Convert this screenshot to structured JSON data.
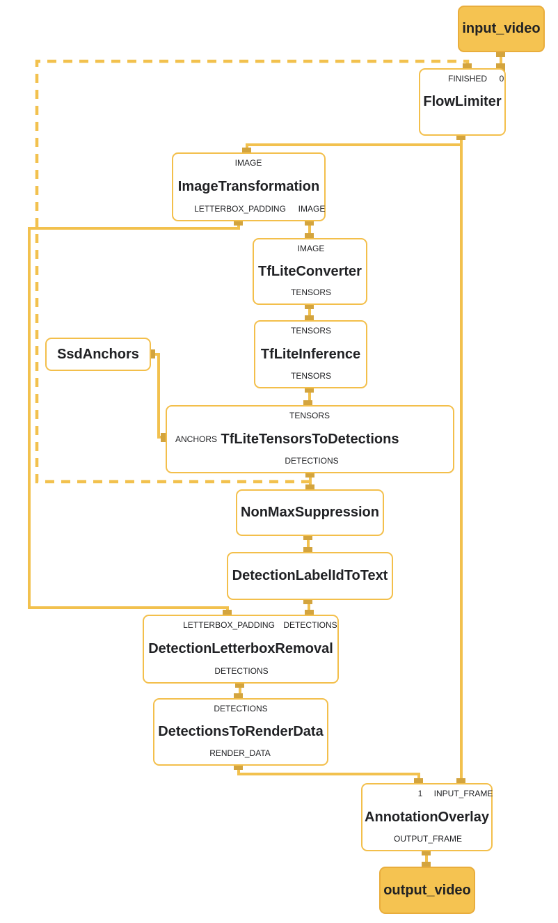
{
  "nodes": {
    "input_video": {
      "label": "input_video"
    },
    "flow_limiter": {
      "label": "FlowLimiter",
      "in_finished": "FINISHED",
      "in_0": "0"
    },
    "image_transformation": {
      "label": "ImageTransformation",
      "in_image": "IMAGE",
      "out_letterbox": "LETTERBOX_PADDING",
      "out_image": "IMAGE"
    },
    "tflite_converter": {
      "label": "TfLiteConverter",
      "in_image": "IMAGE",
      "out_tensors": "TENSORS"
    },
    "tflite_inference": {
      "label": "TfLiteInference",
      "in_tensors": "TENSORS",
      "out_tensors": "TENSORS"
    },
    "ssd_anchors": {
      "label": "SsdAnchors"
    },
    "tflite_tensors_to_detections": {
      "label": "TfLiteTensorsToDetections",
      "in_tensors": "TENSORS",
      "in_anchors": "ANCHORS",
      "out_detections": "DETECTIONS"
    },
    "non_max_suppression": {
      "label": "NonMaxSuppression"
    },
    "detection_label_id_to_text": {
      "label": "DetectionLabelIdToText"
    },
    "detection_letterbox_removal": {
      "label": "DetectionLetterboxRemoval",
      "in_letterbox": "LETTERBOX_PADDING",
      "in_detections": "DETECTIONS",
      "out_detections": "DETECTIONS"
    },
    "detections_to_render_data": {
      "label": "DetectionsToRenderData",
      "in_detections": "DETECTIONS",
      "out_render_data": "RENDER_DATA"
    },
    "annotation_overlay": {
      "label": "AnnotationOverlay",
      "in_1": "1",
      "in_input_frame": "INPUT_FRAME",
      "out_output_frame": "OUTPUT_FRAME"
    },
    "output_video": {
      "label": "output_video"
    }
  },
  "colors": {
    "edge": "#F2C14E",
    "node_border": "#F3BF4B",
    "port": "#D3A43E",
    "stream_fill": "#F5C351",
    "stream_border": "#E9AD3C",
    "text": "#202124"
  }
}
